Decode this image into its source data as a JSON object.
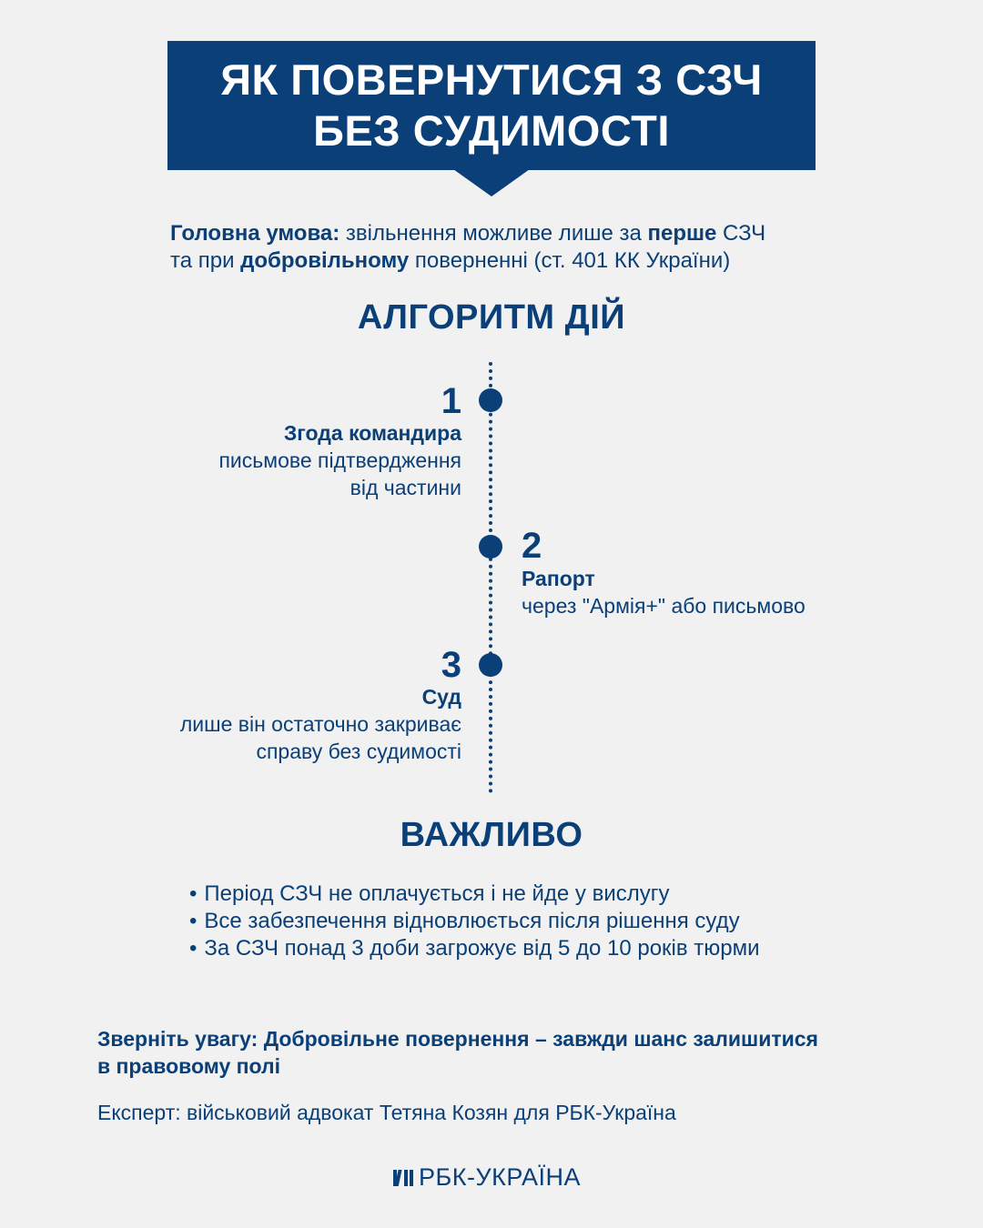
{
  "title": {
    "line1": "ЯК ПОВЕРНУТИСЯ З СЗЧ",
    "line2": "БЕЗ СУДИМОСТІ"
  },
  "condition": {
    "label": "Головна умова:",
    "t1": " звільнення можливе лише за ",
    "b1": "перше",
    "t2": " СЗЧ",
    "t3": "та при ",
    "b2": "добровільному",
    "t4": " поверненні (ст. 401 КК України)"
  },
  "algorithm": {
    "heading": "АЛГОРИТМ ДІЙ",
    "steps": [
      {
        "number": "1",
        "title": "Згода командира",
        "desc_line1": "письмове підтвердження",
        "desc_line2": "від частини"
      },
      {
        "number": "2",
        "title": "Рапорт",
        "desc_line1": "через \"Армія+\" або письмово"
      },
      {
        "number": "3",
        "title": "Суд",
        "desc_line1": "лише він остаточно закриває",
        "desc_line2": "справу без судимості"
      }
    ]
  },
  "important": {
    "heading": "ВАЖЛИВО",
    "items": [
      "Період СЗЧ не оплачується і не йде у вислугу",
      "Все забезпечення відновлюється після рішення суду",
      "За СЗЧ понад 3 доби загрожує від 5 до 10 років тюрми"
    ]
  },
  "note": {
    "line1": "Зверніть увагу: Добровільне повернення – завжди шанс залишитися",
    "line2": "в правовому полі"
  },
  "expert": "Експерт: військовий адвокат Тетяна Козян для РБК-Україна",
  "logo": {
    "text": "РБК-УКРАЇНА",
    "icon": "rbk-logo-icon"
  },
  "colors": {
    "primary": "#0b3f77",
    "background": "#f1f1f1",
    "banner_text": "#ffffff"
  }
}
